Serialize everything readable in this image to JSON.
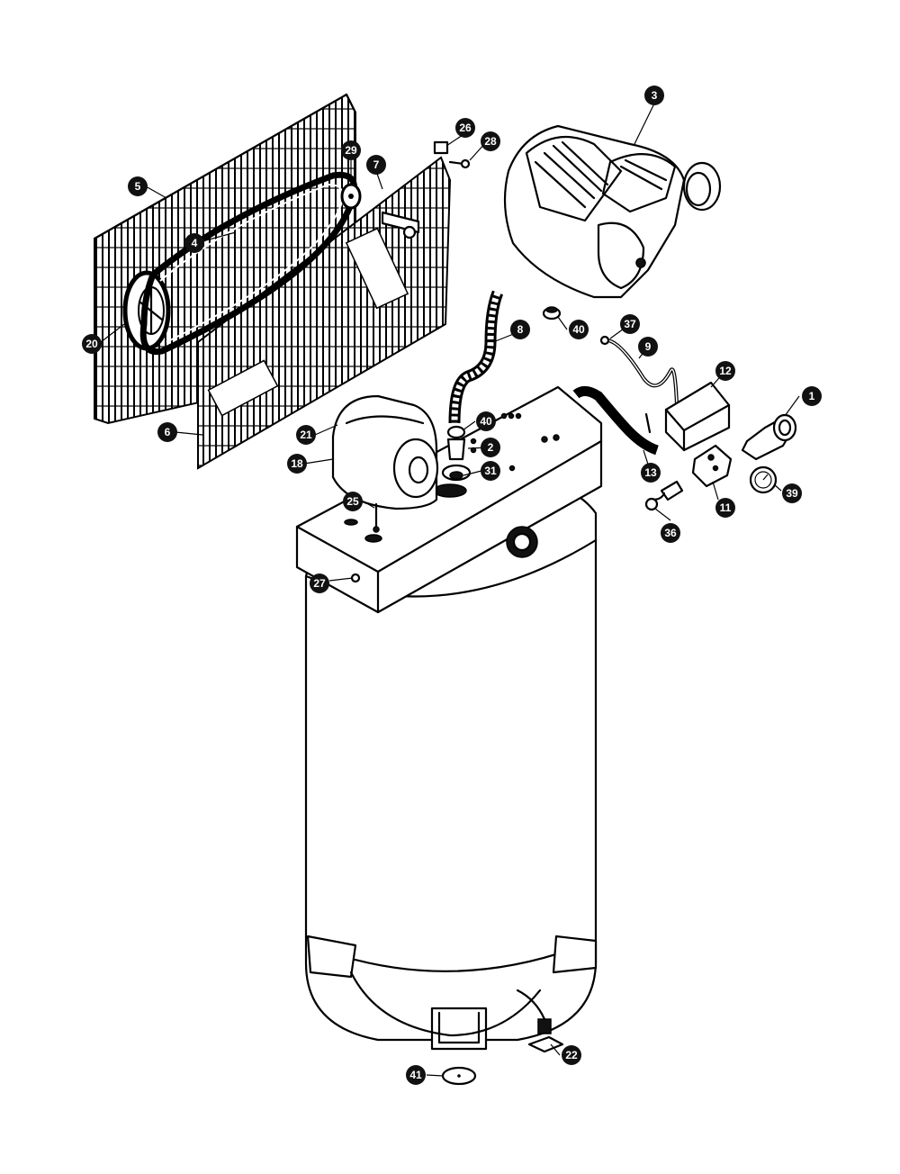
{
  "callouts": [
    {
      "id": "c1",
      "label": "1"
    },
    {
      "id": "c2",
      "label": "2"
    },
    {
      "id": "c3",
      "label": "3"
    },
    {
      "id": "c4",
      "label": "4"
    },
    {
      "id": "c5",
      "label": "5"
    },
    {
      "id": "c6",
      "label": "6"
    },
    {
      "id": "c7",
      "label": "7"
    },
    {
      "id": "c8",
      "label": "8"
    },
    {
      "id": "c9",
      "label": "9"
    },
    {
      "id": "c11",
      "label": "11"
    },
    {
      "id": "c12",
      "label": "12"
    },
    {
      "id": "c13",
      "label": "13"
    },
    {
      "id": "c18",
      "label": "18"
    },
    {
      "id": "c20",
      "label": "20"
    },
    {
      "id": "c21",
      "label": "21"
    },
    {
      "id": "c22",
      "label": "22"
    },
    {
      "id": "c25",
      "label": "25"
    },
    {
      "id": "c26",
      "label": "26"
    },
    {
      "id": "c27",
      "label": "27"
    },
    {
      "id": "c28",
      "label": "28"
    },
    {
      "id": "c29",
      "label": "29"
    },
    {
      "id": "c31",
      "label": "31"
    },
    {
      "id": "c36",
      "label": "36"
    },
    {
      "id": "c37",
      "label": "37"
    },
    {
      "id": "c39",
      "label": "39"
    },
    {
      "id": "c40a",
      "label": "40"
    },
    {
      "id": "c40b",
      "label": "40"
    },
    {
      "id": "c41",
      "label": "41"
    }
  ]
}
